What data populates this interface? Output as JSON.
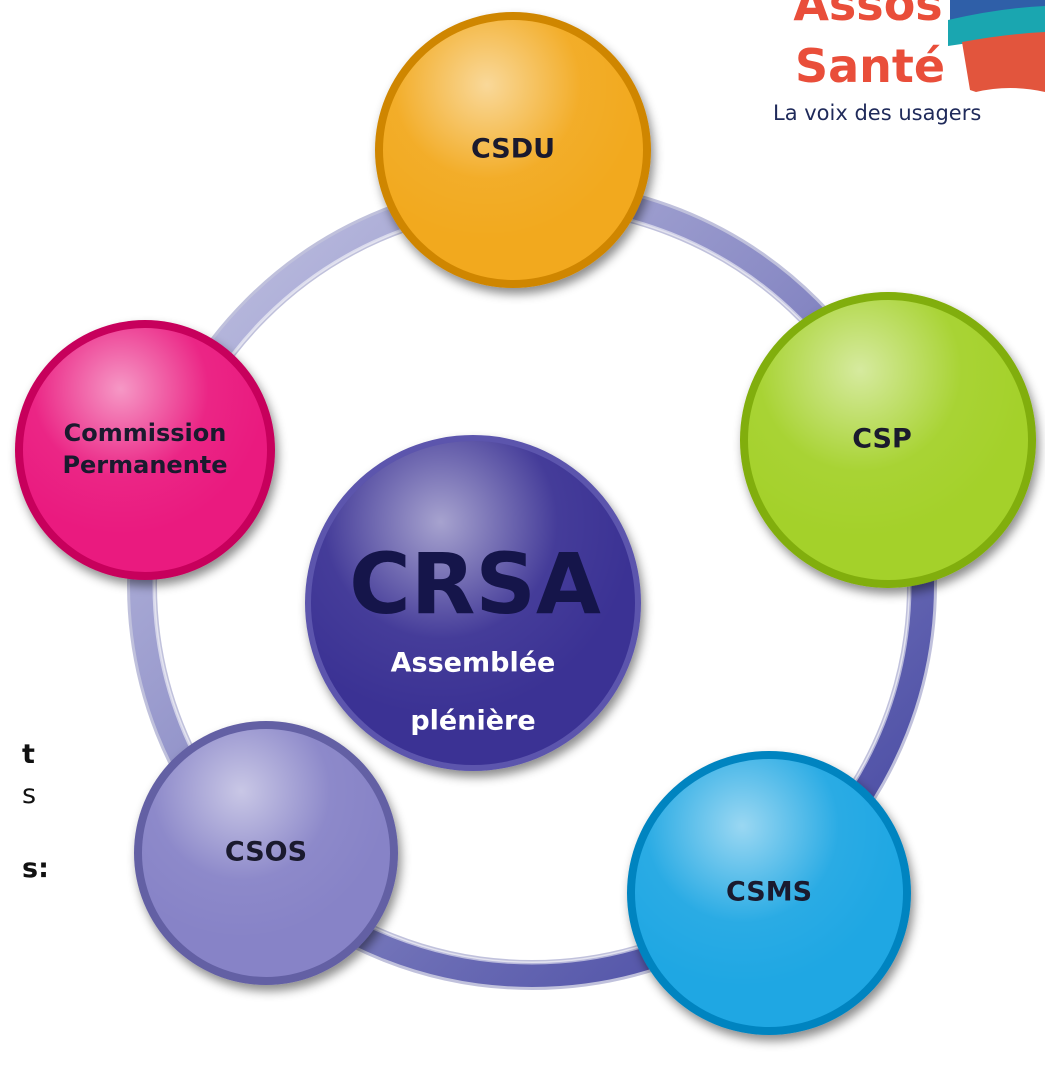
{
  "logo": {
    "line1": "Assos",
    "line2": "Santé",
    "tagline": "La voix des usagers",
    "colors": {
      "text": "#e94e3a",
      "tagline": "#1f2a5a",
      "book_blue": "#2f5fa8",
      "book_teal": "#1aa6b0",
      "book_red": "#e2553d"
    }
  },
  "center": {
    "title": "CRSA",
    "line1": "Assemblée",
    "line2": "plénière",
    "color": "#3b3294"
  },
  "nodes": [
    {
      "id": "csdu",
      "lines": [
        "CSDU"
      ],
      "color": "#f2a91e"
    },
    {
      "id": "csp",
      "lines": [
        "CSP"
      ],
      "color": "#a4d12a"
    },
    {
      "id": "csms",
      "lines": [
        "CSMS"
      ],
      "color": "#1fa7e3"
    },
    {
      "id": "csos",
      "lines": [
        "CSOS"
      ],
      "color": "#8783c7"
    },
    {
      "id": "commission-permanente",
      "lines": [
        "Commission",
        "Permanente"
      ],
      "color": "#ea1a7f"
    }
  ],
  "cropped_text": [
    {
      "id": "text-t",
      "text": "t",
      "bold": true
    },
    {
      "id": "text-s",
      "text": "s",
      "bold": false
    },
    {
      "id": "text-s-colon",
      "text": "s:",
      "bold": true
    }
  ],
  "ring_colors": {
    "light": "#b9badb",
    "mid": "#8a8ac2",
    "dark": "#3d3f9e"
  }
}
